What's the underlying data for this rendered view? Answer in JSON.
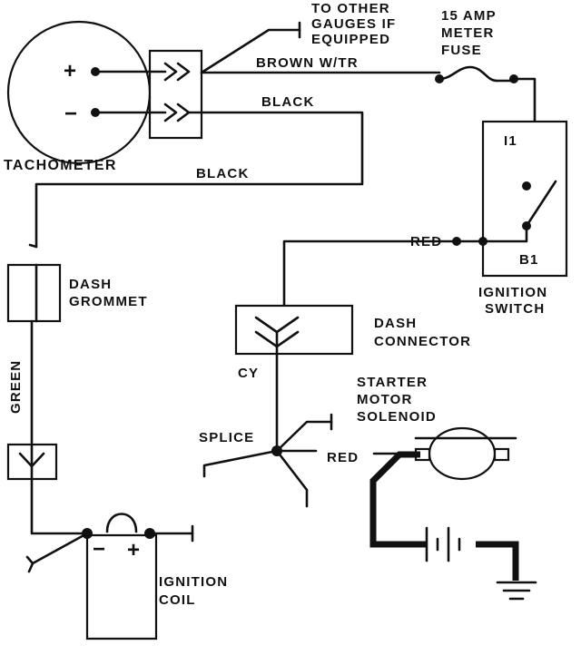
{
  "components": {
    "tachometer": "TACHOMETER",
    "tach_plus": "+",
    "tach_minus": "−",
    "other_gauges_1": "TO OTHER",
    "other_gauges_2": "GAUGES IF",
    "other_gauges_3": "EQUIPPED",
    "fuse_1": "15 AMP",
    "fuse_2": "METER",
    "fuse_3": "FUSE",
    "ign_switch_i1": "I1",
    "ign_switch_b1": "B1",
    "ign_switch_1": "IGNITION",
    "ign_switch_2": "SWITCH",
    "dash_grommet_1": "DASH",
    "dash_grommet_2": "GROMMET",
    "dash_connector_1": "DASH",
    "dash_connector_2": "CONNECTOR",
    "cy": "CY",
    "splice": "SPLICE",
    "starter_1": "STARTER",
    "starter_2": "MOTOR",
    "starter_3": "SOLENOID",
    "coil_minus": "−",
    "coil_plus": "+",
    "coil_1": "IGNITION",
    "coil_2": "COIL"
  },
  "wires": {
    "brown_wtr": "BROWN W/TR",
    "black_top": "BLACK",
    "black_left": "BLACK",
    "red_switch": "RED",
    "red_splice": "RED",
    "green": "GREEN"
  },
  "colors": {
    "ink": "#111111",
    "paper": "#ffffff"
  }
}
